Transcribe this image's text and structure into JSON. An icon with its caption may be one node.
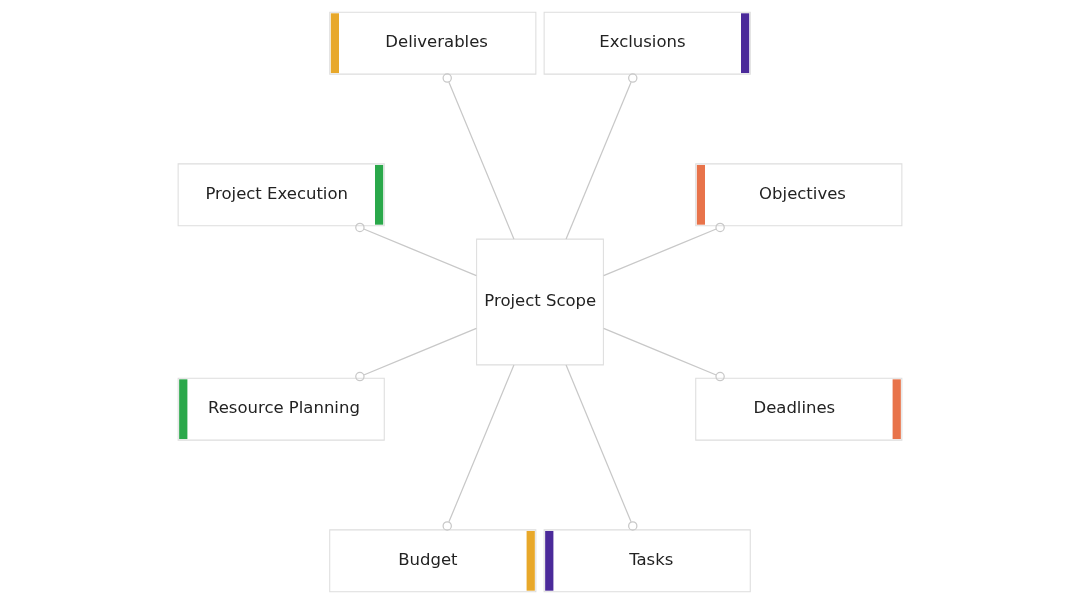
{
  "diagram": {
    "nodes": [
      {
        "text": [
          "Project Scope"
        ]
      },
      {
        "text": [
          "Objectives"
        ]
      },
      {
        "text": [
          "Exclusions"
        ]
      },
      {
        "text": [
          "Deliverables"
        ]
      },
      {
        "text": [
          "Project Execution"
        ]
      },
      {
        "text": [
          "Resource Planning"
        ]
      },
      {
        "text": [
          "Budget"
        ]
      },
      {
        "text": [
          "Tasks"
        ]
      },
      {
        "text": [
          "Deadlines"
        ]
      }
    ],
    "edges": [
      {
        "from": 0,
        "to": 1,
        "arrow": "other"
      },
      {
        "from": 0,
        "to": 2,
        "arrow": "other"
      },
      {
        "from": 0,
        "to": 3,
        "arrow": "other"
      },
      {
        "from": 0,
        "to": 4,
        "arrow": "other"
      },
      {
        "from": 0,
        "to": 5,
        "arrow": "other"
      },
      {
        "from": 0,
        "to": 6,
        "arrow": "other"
      },
      {
        "from": 0,
        "to": 7,
        "arrow": "other"
      },
      {
        "from": 0,
        "to": 8,
        "arrow": "other"
      }
    ]
  }
}
